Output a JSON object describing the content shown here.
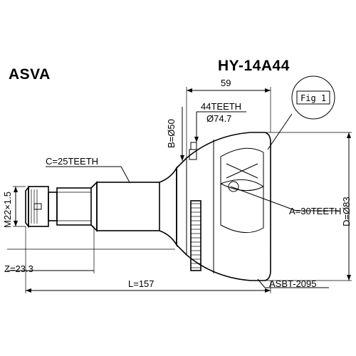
{
  "header": {
    "brand": "ASVA",
    "part_number": "HY-14A44"
  },
  "callout": {
    "label": "Fig 1"
  },
  "dimensions": {
    "overall_outer_length": "59",
    "abs_ring_teeth": "44TEETH",
    "abs_ring_diameter": "Ø74.7",
    "seal_diameter": "B=Ø50",
    "shaft_spline": "C=25TEETH",
    "inner_spline": "A=30TEETH",
    "outer_diameter": "D=Ø83",
    "thread": "M22×1.5",
    "z_length": "Z=23.3",
    "total_length": "L=157",
    "boot_kit": "ASBT-2095"
  }
}
